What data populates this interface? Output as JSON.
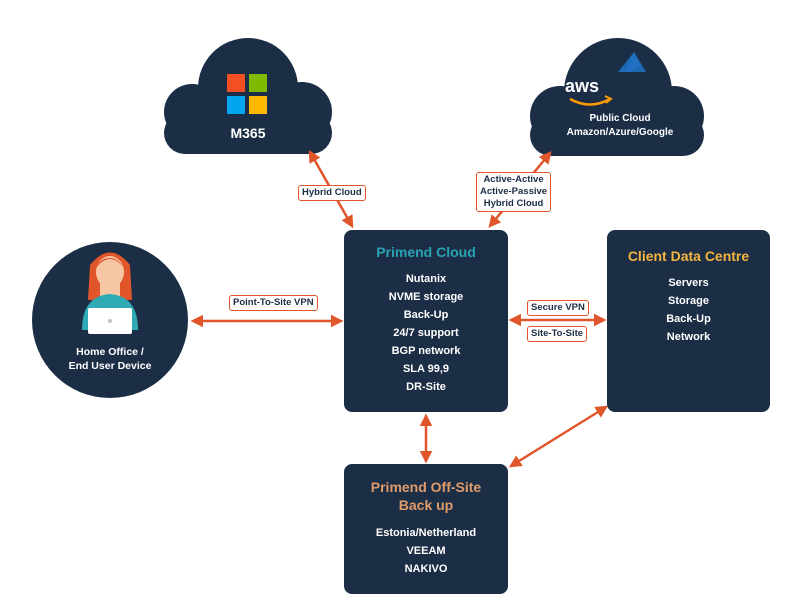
{
  "m365": {
    "label": "M365"
  },
  "public_cloud": {
    "logo_text": "aws",
    "line1": "Public Cloud",
    "line2": "Amazon/Azure/Google"
  },
  "home_office": {
    "line1": "Home Office /",
    "line2": "End User Device"
  },
  "primend_cloud": {
    "title": "Primend Cloud",
    "items": [
      "Nutanix",
      "NVME storage",
      "Back-Up",
      "24/7 support",
      "BGP network",
      "SLA 99,9",
      "DR-Site"
    ]
  },
  "client_dc": {
    "title": "Client Data Centre",
    "items": [
      "Servers",
      "Storage",
      "Back-Up",
      "Network"
    ]
  },
  "offsite": {
    "title_line1": "Primend Off-Site",
    "title_line2": "Back up",
    "items": [
      "Estonia/Netherland",
      "VEEAM",
      "NAKIVO"
    ]
  },
  "tags": {
    "hybrid": "Hybrid Cloud",
    "public_line1": "Active-Active",
    "public_line2": "Active-Passive",
    "public_line3": "Hybrid Cloud",
    "p2s": "Point-To-Site VPN",
    "secure_vpn": "Secure VPN",
    "s2s": "Site-To-Site"
  },
  "colors": {
    "navy": "#1c2e45",
    "teal": "#29a3b3",
    "gold": "#f3b53f",
    "tan": "#e09b6b",
    "arrow": "#e0552a"
  }
}
